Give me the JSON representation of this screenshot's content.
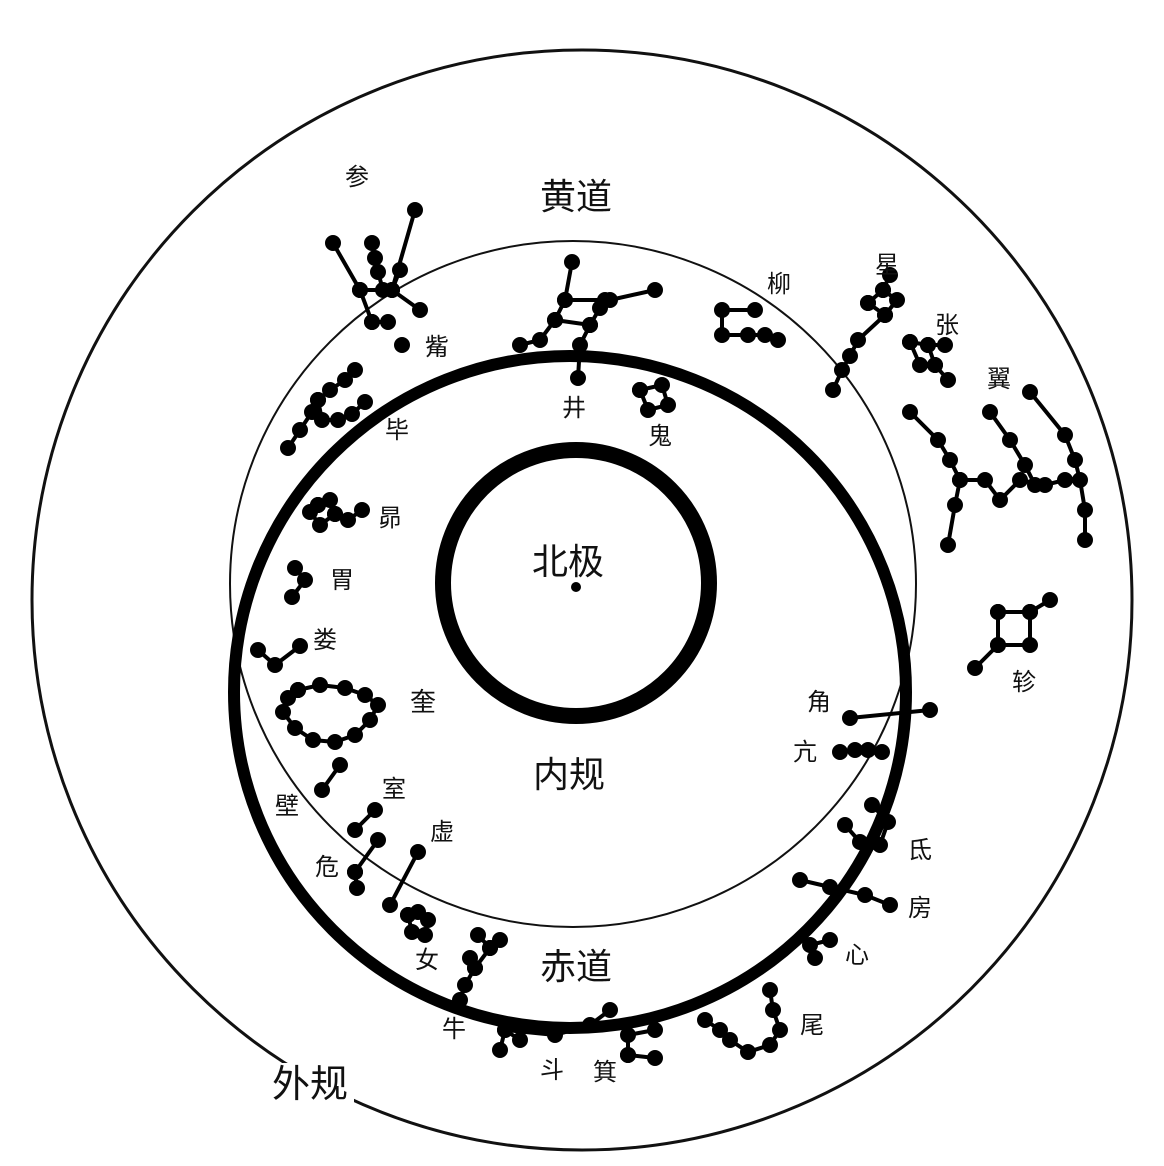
{
  "labels": {
    "north_pole": "北极",
    "inner_circle": "内规",
    "outer_circle": "外规",
    "ecliptic": "黄道",
    "equator": "赤道"
  },
  "mansions": {
    "can": "参",
    "zi": "觜",
    "bi": "毕",
    "mao": "昴",
    "wei_stomach": "胃",
    "lou": "娄",
    "kui": "奎",
    "bi_wall": "壁",
    "shi": "室",
    "wei_danger": "危",
    "xu": "虚",
    "nv": "女",
    "niu": "牛",
    "dou": "斗",
    "ji": "箕",
    "wei_tail": "尾",
    "xin": "心",
    "fang": "房",
    "di": "氐",
    "kang": "亢",
    "jiao": "角",
    "zhen": "轸",
    "yi": "翼",
    "zhang": "张",
    "xing": "星",
    "liu": "柳",
    "gui": "鬼",
    "jing": "井"
  },
  "colors": {
    "ink": "#111111",
    "background": "#ffffff"
  }
}
